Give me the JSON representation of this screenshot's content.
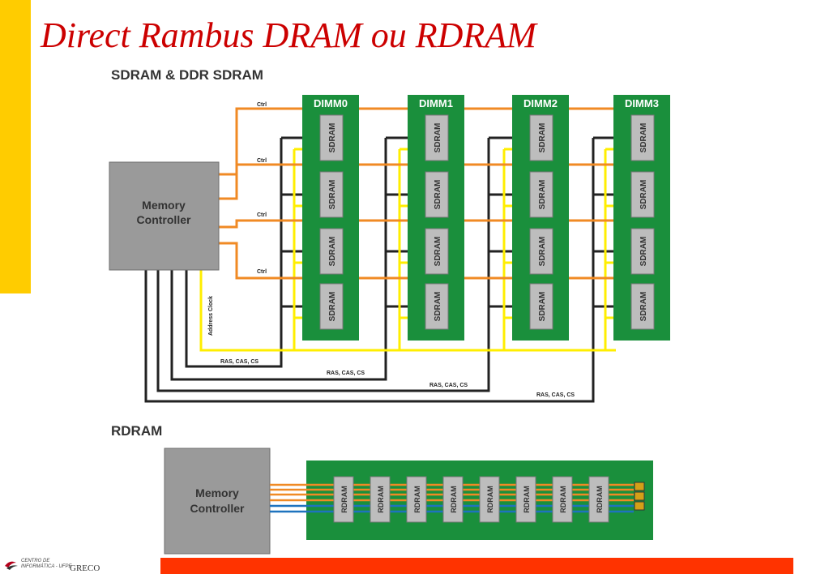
{
  "slide": {
    "title": "Direct Rambus DRAM ou RDRAM"
  },
  "diagram": {
    "sdram": {
      "heading": "SDRAM & DDR SDRAM",
      "controller_label_line1": "Memory",
      "controller_label_line2": "Controller",
      "dimms": [
        "DIMM0",
        "DIMM1",
        "DIMM2",
        "DIMM3"
      ],
      "chip_label": "SDRAM",
      "ctrl_label": "Ctrl",
      "address_clock_label": "Address Clock",
      "ras_label": "RAS, CAS, CS",
      "colors": {
        "pcb": "#1a8f3c",
        "ctrl": "#f08a24",
        "clock": "#ffee00",
        "ras": "#222222",
        "controller": "#999999"
      }
    },
    "rdram": {
      "heading": "RDRAM",
      "controller_label_line1": "Memory",
      "controller_label_line2": "Controller",
      "chip_label": "RDRAM",
      "chip_count": 8,
      "colors": {
        "pcb": "#1a8f3c",
        "bus": "#f08a24",
        "bus_alt": "#1e73be"
      }
    }
  },
  "footer": {
    "org_line1": "CENTRO DE",
    "org_line2": "INFORMÁTICA - UFPE",
    "group": "GRECO",
    "colors": {
      "accent_bar": "#ff3300",
      "side_bar": "#ffcc00"
    }
  }
}
